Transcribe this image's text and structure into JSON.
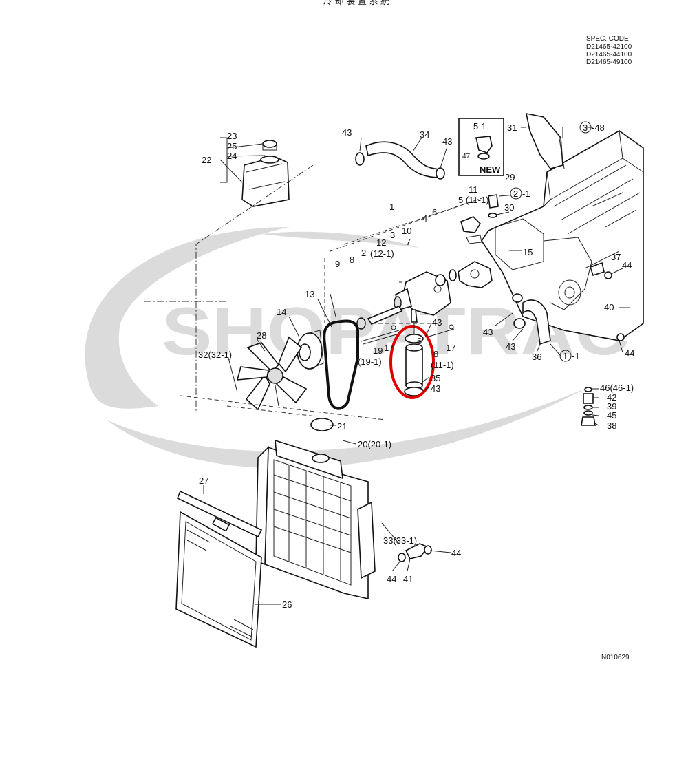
{
  "header": {
    "top_text": "冷  却  装  置  系  統",
    "spec_code_title": "SPEC. CODE",
    "spec_codes": [
      "D21465-42100",
      "D21465-44100",
      "D21465-49100"
    ]
  },
  "inset": {
    "label_top": "5-1",
    "label_side": "47",
    "new_label": "NEW"
  },
  "watermark": {
    "text": "SHOPATRAC"
  },
  "drawing_number": "N010629",
  "colors": {
    "highlight_circle": "#e00000",
    "watermark": "#cfcfcf",
    "line": "#111111"
  },
  "highlight": {
    "part": "6"
  },
  "callouts": {
    "c1": "1",
    "c2": "2",
    "c3": "3",
    "c4": "4",
    "c5": "5 (11-1)",
    "c6": "6",
    "c6b": "6",
    "c7": "7",
    "c8": "8",
    "c8b": "8",
    "c9": "9",
    "c10": "10",
    "c11": "11",
    "c12": "12",
    "c12sub": "(12-1)",
    "c13": "13",
    "c14": "14",
    "c15": "15",
    "c17a": "17",
    "c17b": "17",
    "c18": "(11-1)",
    "c19": "19",
    "c19sub": "(19-1)",
    "c20": "20(20-1)",
    "c21": "21",
    "c22": "22",
    "c23": "23",
    "c24": "24",
    "c25": "25",
    "c26": "26",
    "c27": "27",
    "c28": "28",
    "c29": "29",
    "c30": "30",
    "c31": "31",
    "c32": "32(32-1)",
    "c33": "33(33-1)",
    "c34": "34",
    "c35": "35",
    "c36": "36",
    "c37": "37",
    "c38": "38",
    "c39": "39",
    "c40": "40",
    "c41": "41",
    "c42": "42",
    "c43a": "43",
    "c43b": "43",
    "c43c": "43",
    "c43d": "43",
    "c43e": "43",
    "c43f": "43",
    "c44a": "44",
    "c44b": "44",
    "c44c": "44",
    "c44d": "44",
    "c45": "45",
    "c46": "46(46-1)",
    "c2_1": "2",
    "c2_1b": "-1",
    "c3_48": "3",
    "c3_48b": "-48",
    "c1_1": "1",
    "c1_1b": "-1"
  }
}
